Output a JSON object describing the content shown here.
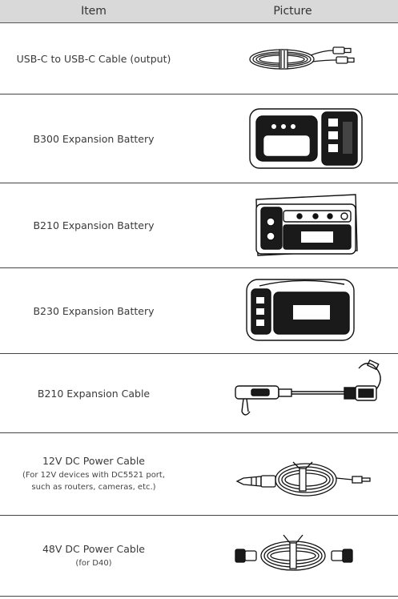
{
  "header": {
    "item": "Item",
    "picture": "Picture"
  },
  "rows": [
    {
      "label": "USB-C to USB-C Cable (output)"
    },
    {
      "label": "B300 Expansion Battery"
    },
    {
      "label": "B210 Expansion Battery"
    },
    {
      "label": "B230 Expansion Battery"
    },
    {
      "label": "B210 Expansion Cable"
    },
    {
      "label": "12V DC Power Cable",
      "sub1": "(For 12V devices with DC5521 port,",
      "sub2": "such as routers, cameras, etc.)"
    },
    {
      "label": "48V DC Power Cable",
      "sub1": "(for D40)"
    }
  ]
}
